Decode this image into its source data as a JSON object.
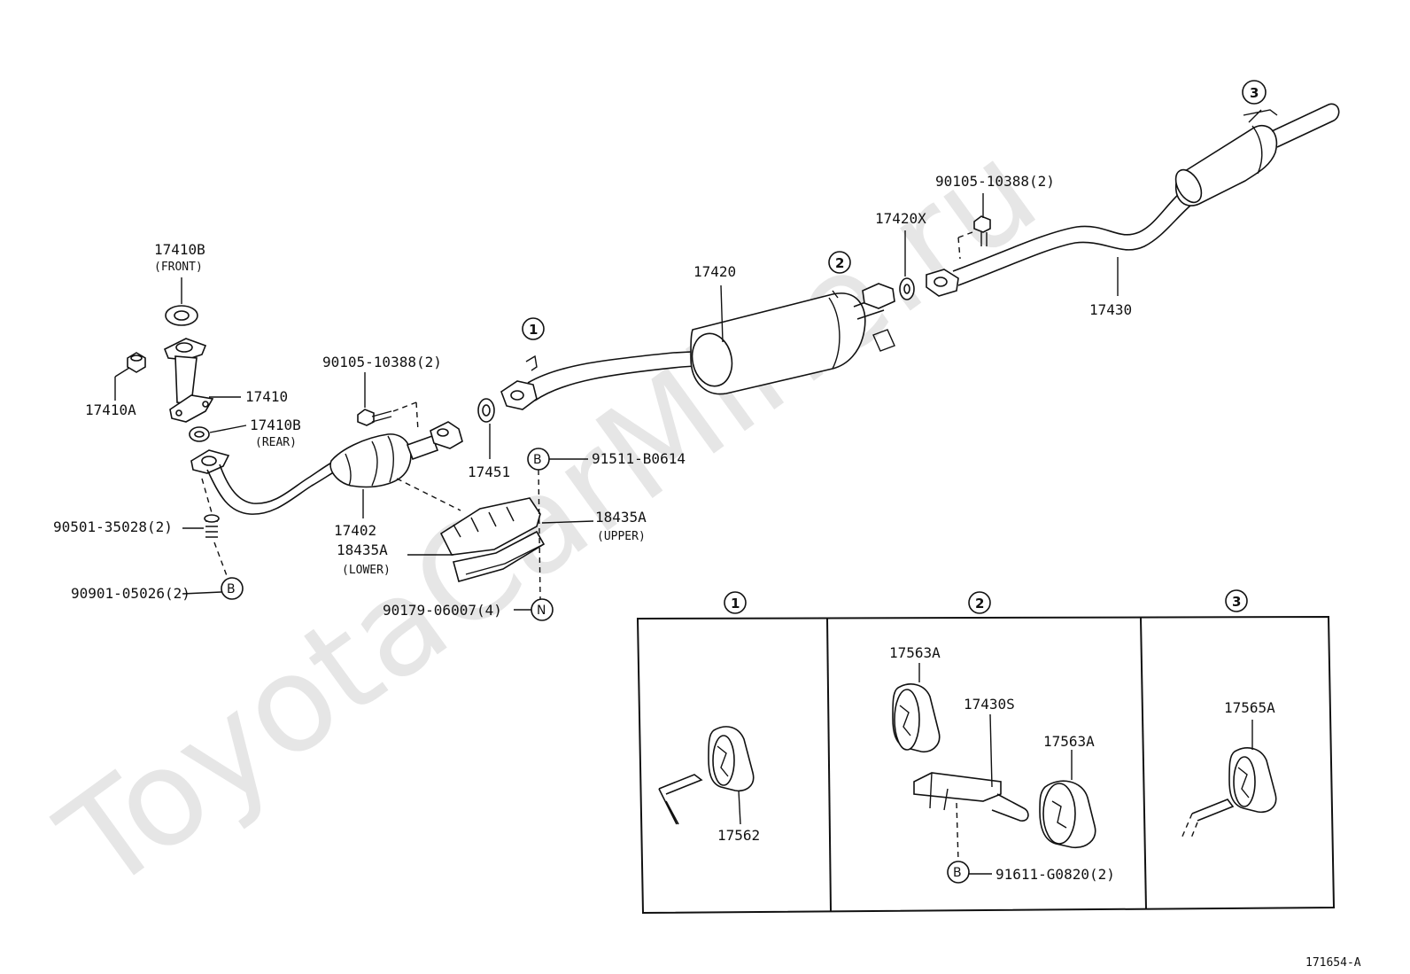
{
  "watermark": "ToyotaCarMine.ru",
  "drawing_code": "171654-A",
  "circle_markers": {
    "one": "1",
    "two": "2",
    "three": "3",
    "b": "B",
    "n": "N"
  },
  "labels": {
    "p17410b_front": "17410B",
    "p17410b_front_note": "(FRONT)",
    "p17410a": "17410A",
    "p17410": "17410",
    "p17410b_rear": "17410B",
    "p17410b_rear_note": "(REAR)",
    "bolt_cat": "90105-10388(2)",
    "p17402": "17402",
    "spring": "90501-35028(2)",
    "bolt_b": "90901-05026(2)",
    "p17451": "17451",
    "b_bolt": "91511-B0614",
    "heat_upper": "18435A",
    "heat_upper_note": "(UPPER)",
    "heat_lower": "18435A",
    "heat_lower_note": "(LOWER)",
    "n_bolt": "90179-06007(4)",
    "p17420": "17420",
    "p17420x": "17420X",
    "bolt_tail": "90105-10388(2)",
    "p17430": "17430",
    "d1_17562": "17562",
    "d2_17563a_a": "17563A",
    "d2_17430s": "17430S",
    "d2_17563a_b": "17563A",
    "d2_bolt": "91611-G0820(2)",
    "d3_17565a": "17565A"
  }
}
